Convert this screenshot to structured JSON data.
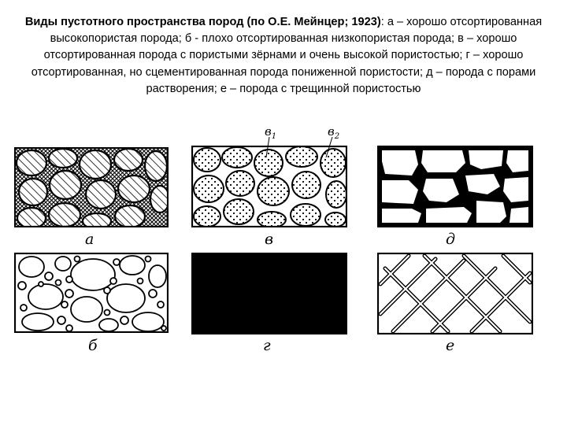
{
  "caption": {
    "title_bold": "Виды пустотного пространства пород (по О.Е. Мейнцер; 1923)",
    "rest": ": а – хорошо отсортированная высокопористая порода; б - плохо отсортированная низкопористая порода; в – хорошо отсортированная порода с пористыми зёрнами и очень высокой пористостью; г – хорошо отсортированная, но сцементированная порода пониженной пористости; д – порода с порами растворения; е – порода с трещинной пористостью"
  },
  "panels": {
    "a": "а",
    "b": "б",
    "v": "в",
    "g": "г",
    "d": "д",
    "e": "е"
  },
  "sublabels": {
    "v1_base": "в",
    "v1_sub": "1",
    "v2_base": "в",
    "v2_sub": "2"
  }
}
